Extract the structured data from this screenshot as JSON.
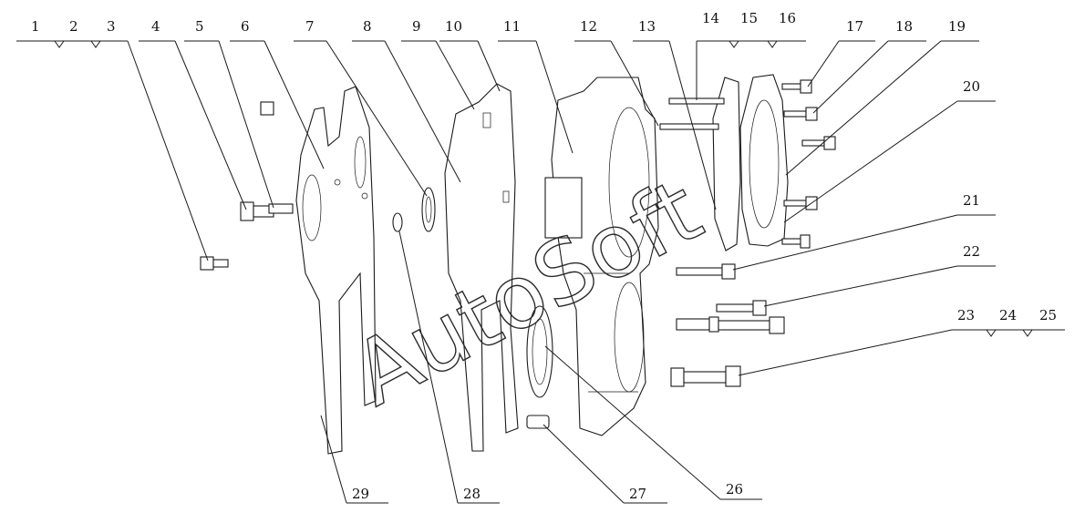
{
  "watermark": "AutoSoft",
  "callouts": [
    "1",
    "2",
    "3",
    "4",
    "5",
    "6",
    "7",
    "8",
    "9",
    "10",
    "11",
    "12",
    "13",
    "14",
    "15",
    "16",
    "17",
    "18",
    "19",
    "20",
    "21",
    "22",
    "23",
    "24",
    "25",
    "26",
    "27",
    "28",
    "29"
  ],
  "colors": {
    "line": "#1a1a1a",
    "background": "#ffffff"
  }
}
